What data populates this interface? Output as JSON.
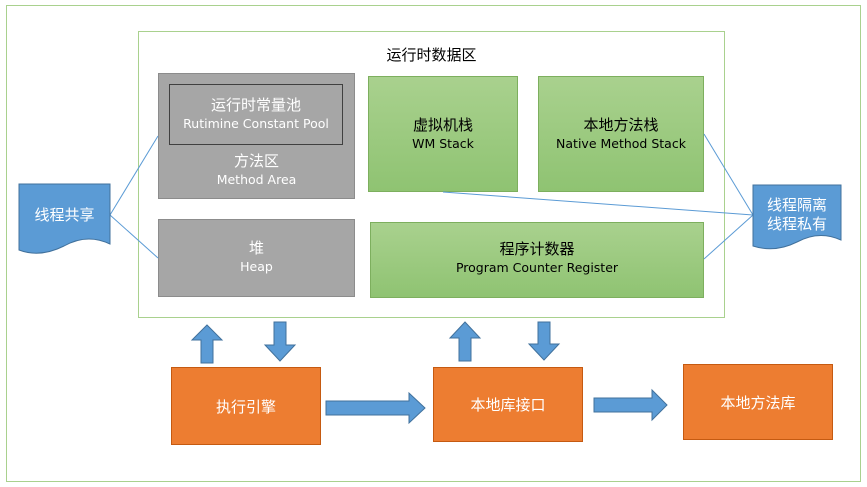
{
  "runtime_data_area": {
    "title": "运行时数据区"
  },
  "constant_pool": {
    "zh": "运行时常量池",
    "en": "Rutimine Constant Pool"
  },
  "method_area": {
    "zh": "方法区",
    "en": "Method Area"
  },
  "heap": {
    "zh": "堆",
    "en": "Heap"
  },
  "vm_stack": {
    "zh": "虚拟机栈",
    "en": "WM Stack"
  },
  "native_method_stack": {
    "zh": "本地方法栈",
    "en": "Native Method Stack"
  },
  "program_counter": {
    "zh": "程序计数器",
    "en": "Program Counter Register"
  },
  "thread_shared": {
    "label": "线程共享"
  },
  "thread_private": {
    "line1": "线程隔离",
    "line2": "线程私有"
  },
  "execution_engine": {
    "label": "执行引擎"
  },
  "native_interface": {
    "label": "本地库接口"
  },
  "native_library": {
    "label": "本地方法库"
  },
  "colors": {
    "gray_box": "#a6a6a6",
    "green_box": "#a9d18e",
    "orange_box": "#ed7d31",
    "blue": "#5b9bd5"
  }
}
